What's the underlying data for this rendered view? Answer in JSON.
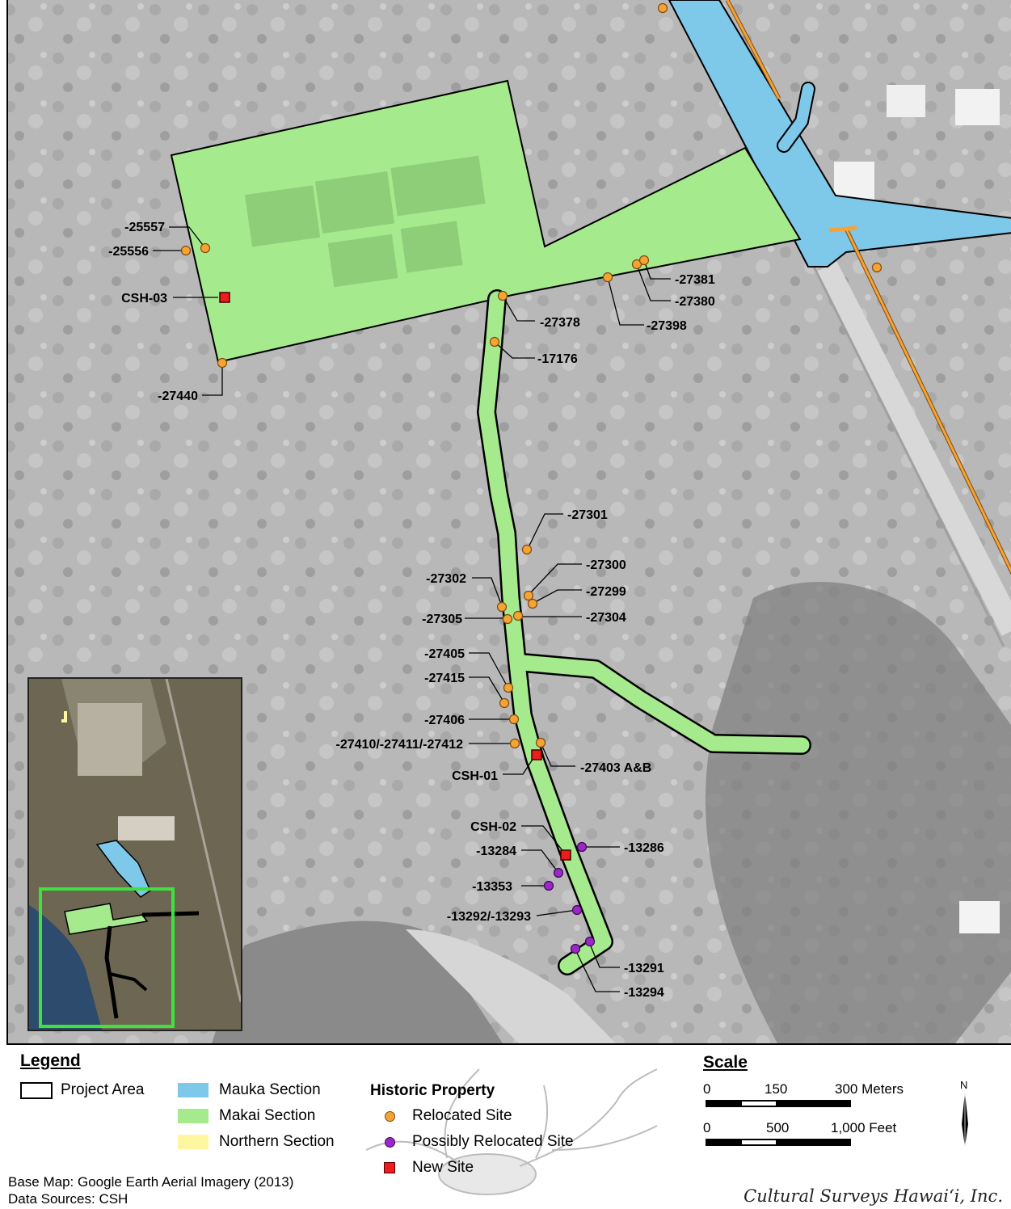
{
  "map": {
    "site_labels": [
      {
        "id": "s25557",
        "text": "-25557"
      },
      {
        "id": "s25556",
        "text": "-25556"
      },
      {
        "id": "csh03",
        "text": "CSH-03"
      },
      {
        "id": "s27440",
        "text": "-27440"
      },
      {
        "id": "s27378",
        "text": "-27378"
      },
      {
        "id": "s17176",
        "text": "-17176"
      },
      {
        "id": "s27381",
        "text": "-27381"
      },
      {
        "id": "s27380",
        "text": "-27380"
      },
      {
        "id": "s27398",
        "text": "-27398"
      },
      {
        "id": "s27301",
        "text": "-27301"
      },
      {
        "id": "s27300",
        "text": "-27300"
      },
      {
        "id": "s27299",
        "text": "-27299"
      },
      {
        "id": "s27302",
        "text": "-27302"
      },
      {
        "id": "s27305",
        "text": "-27305"
      },
      {
        "id": "s27304",
        "text": "-27304"
      },
      {
        "id": "s27405",
        "text": "-27405"
      },
      {
        "id": "s27415",
        "text": "-27415"
      },
      {
        "id": "s27406",
        "text": "-27406"
      },
      {
        "id": "s27410",
        "text": "-27410/-27411/-27412"
      },
      {
        "id": "s27403",
        "text": "-27403 A&B"
      },
      {
        "id": "csh01",
        "text": "CSH-01"
      },
      {
        "id": "csh02",
        "text": "CSH-02"
      },
      {
        "id": "s13284",
        "text": "-13284"
      },
      {
        "id": "s13286",
        "text": "-13286"
      },
      {
        "id": "s13353",
        "text": "-13353"
      },
      {
        "id": "s13292",
        "text": "-13292/-13293"
      },
      {
        "id": "s13291",
        "text": "-13291"
      },
      {
        "id": "s13294",
        "text": "-13294"
      }
    ]
  },
  "legend": {
    "title": "Legend",
    "project_area": "Project Area",
    "mauka": "Mauka Section",
    "makai": "Makai Section",
    "northern": "Northern Section",
    "historic_title": "Historic Property",
    "relocated": "Relocated Site",
    "possibly_relocated": "Possibly Relocated Site",
    "new_site": "New Site",
    "base_map": "Base Map: Google Earth Aerial Imagery (2013)",
    "data_sources": "Data Sources: CSH",
    "colors": {
      "mauka": "#7ec8ea",
      "makai": "#a6ea8e",
      "northern": "#fff7a0",
      "relocated": "#f7a334",
      "possibly_relocated": "#9b27c8",
      "new_site": "#ee1c1c"
    }
  },
  "scale": {
    "title": "Scale",
    "meters": [
      "0",
      "150",
      "300 Meters"
    ],
    "feet": [
      "0",
      "500",
      "1,000 Feet"
    ],
    "north": "N"
  },
  "credit": "Cultural Surveys Hawai‘i, Inc."
}
